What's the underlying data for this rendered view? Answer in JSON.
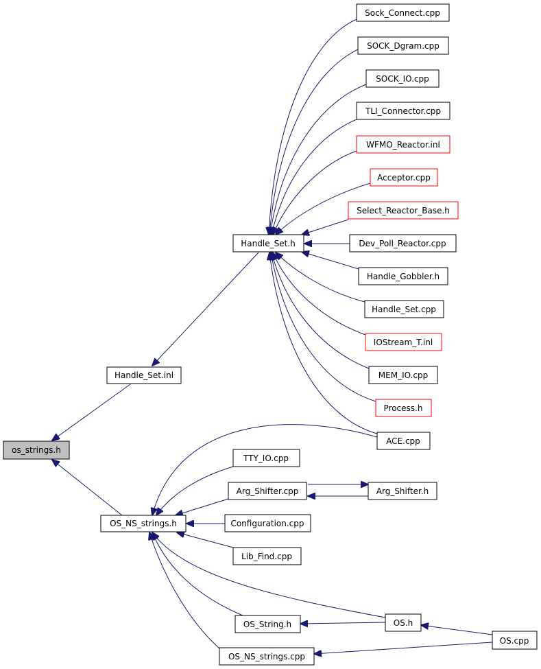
{
  "colors": {
    "edge": "#191970",
    "node_border": "#000000",
    "node_border_external": "#ff0000",
    "node_root_fill": "#bfbfbf",
    "node_fill": "#ffffff"
  },
  "nodes": {
    "os_strings_h": {
      "label": "os_strings.h",
      "kind": "root"
    },
    "handle_set_inl": {
      "label": "Handle_Set.inl",
      "kind": "normal"
    },
    "os_ns_strings_h": {
      "label": "OS_NS_strings.h",
      "kind": "normal"
    },
    "handle_set_h": {
      "label": "Handle_Set.h",
      "kind": "normal"
    },
    "sock_connect_cpp": {
      "label": "Sock_Connect.cpp",
      "kind": "normal"
    },
    "sock_dgram_cpp": {
      "label": "SOCK_Dgram.cpp",
      "kind": "normal"
    },
    "sock_io_cpp": {
      "label": "SOCK_IO.cpp",
      "kind": "normal"
    },
    "tli_connector_cpp": {
      "label": "TLI_Connector.cpp",
      "kind": "normal"
    },
    "wfmo_reactor_inl": {
      "label": "WFMO_Reactor.inl",
      "kind": "external"
    },
    "acceptor_cpp": {
      "label": "Acceptor.cpp",
      "kind": "external"
    },
    "select_reactor_base_h": {
      "label": "Select_Reactor_Base.h",
      "kind": "external"
    },
    "dev_poll_reactor_cpp": {
      "label": "Dev_Poll_Reactor.cpp",
      "kind": "normal"
    },
    "handle_gobbler_h": {
      "label": "Handle_Gobbler.h",
      "kind": "normal"
    },
    "handle_set_cpp": {
      "label": "Handle_Set.cpp",
      "kind": "normal"
    },
    "iostream_t_inl": {
      "label": "IOStream_T.inl",
      "kind": "external"
    },
    "mem_io_cpp": {
      "label": "MEM_IO.cpp",
      "kind": "normal"
    },
    "process_h": {
      "label": "Process.h",
      "kind": "external"
    },
    "ace_cpp": {
      "label": "ACE.cpp",
      "kind": "normal"
    },
    "tty_io_cpp": {
      "label": "TTY_IO.cpp",
      "kind": "normal"
    },
    "arg_shifter_cpp": {
      "label": "Arg_Shifter.cpp",
      "kind": "normal"
    },
    "arg_shifter_h": {
      "label": "Arg_Shifter.h",
      "kind": "normal"
    },
    "configuration_cpp": {
      "label": "Configuration.cpp",
      "kind": "normal"
    },
    "lib_find_cpp": {
      "label": "Lib_Find.cpp",
      "kind": "normal"
    },
    "os_h": {
      "label": "OS.h",
      "kind": "normal"
    },
    "os_string_h": {
      "label": "OS_String.h",
      "kind": "normal"
    },
    "os_cpp": {
      "label": "OS.cpp",
      "kind": "normal"
    },
    "os_ns_strings_cpp": {
      "label": "OS_NS_strings.cpp",
      "kind": "normal"
    }
  },
  "edges": [
    {
      "from": "handle_set_inl",
      "to": "os_strings_h"
    },
    {
      "from": "os_ns_strings_h",
      "to": "os_strings_h"
    },
    {
      "from": "handle_set_h",
      "to": "handle_set_inl"
    },
    {
      "from": "sock_connect_cpp",
      "to": "handle_set_h"
    },
    {
      "from": "sock_dgram_cpp",
      "to": "handle_set_h"
    },
    {
      "from": "sock_io_cpp",
      "to": "handle_set_h"
    },
    {
      "from": "tli_connector_cpp",
      "to": "handle_set_h"
    },
    {
      "from": "wfmo_reactor_inl",
      "to": "handle_set_h"
    },
    {
      "from": "acceptor_cpp",
      "to": "handle_set_h"
    },
    {
      "from": "select_reactor_base_h",
      "to": "handle_set_h"
    },
    {
      "from": "dev_poll_reactor_cpp",
      "to": "handle_set_h"
    },
    {
      "from": "handle_gobbler_h",
      "to": "handle_set_h"
    },
    {
      "from": "handle_set_cpp",
      "to": "handle_set_h"
    },
    {
      "from": "iostream_t_inl",
      "to": "handle_set_h"
    },
    {
      "from": "mem_io_cpp",
      "to": "handle_set_h"
    },
    {
      "from": "process_h",
      "to": "handle_set_h"
    },
    {
      "from": "ace_cpp",
      "to": "handle_set_h"
    },
    {
      "from": "ace_cpp",
      "to": "os_ns_strings_h"
    },
    {
      "from": "tty_io_cpp",
      "to": "os_ns_strings_h"
    },
    {
      "from": "arg_shifter_cpp",
      "to": "os_ns_strings_h"
    },
    {
      "from": "arg_shifter_h",
      "to": "arg_shifter_cpp"
    },
    {
      "from": "arg_shifter_cpp",
      "to": "arg_shifter_h"
    },
    {
      "from": "configuration_cpp",
      "to": "os_ns_strings_h"
    },
    {
      "from": "lib_find_cpp",
      "to": "os_ns_strings_h"
    },
    {
      "from": "os_h",
      "to": "os_ns_strings_h"
    },
    {
      "from": "os_string_h",
      "to": "os_ns_strings_h"
    },
    {
      "from": "os_ns_strings_cpp",
      "to": "os_ns_strings_h"
    },
    {
      "from": "os_h",
      "to": "os_string_h"
    },
    {
      "from": "os_cpp",
      "to": "os_h"
    },
    {
      "from": "os_cpp",
      "to": "os_ns_strings_cpp"
    }
  ]
}
